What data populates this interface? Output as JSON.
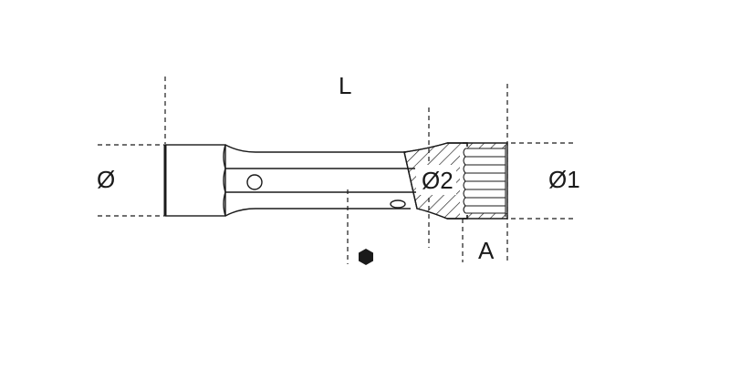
{
  "drawing": {
    "subject": "double-ended tubular box wrench / socket technical drawing",
    "labels": {
      "length": "L",
      "diameter": "Ø",
      "diameter_1": "Ø1",
      "diameter_2": "Ø2",
      "depth": "A"
    },
    "symbols": {
      "hex_drive": "hexagon-icon"
    },
    "colors": {
      "line": "#1a1a1a",
      "background": "#ffffff"
    }
  }
}
